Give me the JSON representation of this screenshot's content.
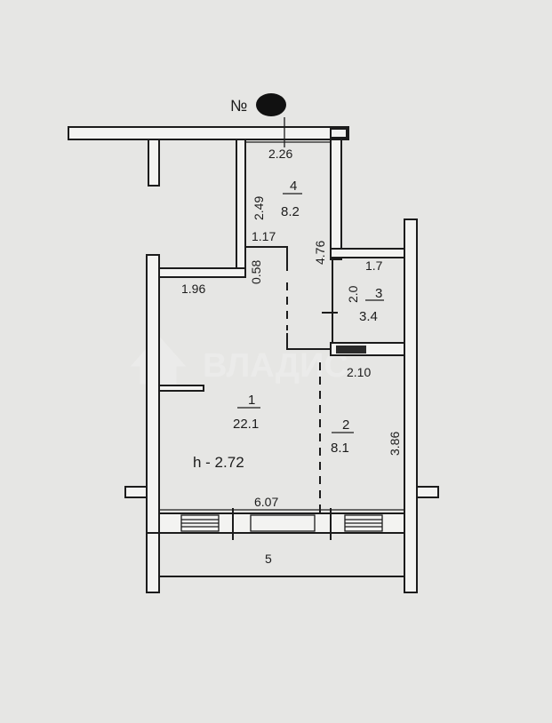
{
  "plan_number_label": "№",
  "rooms": [
    {
      "number": "1",
      "area": "22.1"
    },
    {
      "number": "2",
      "area": "8.1"
    },
    {
      "number": "3",
      "area": "3.4"
    },
    {
      "number": "4",
      "area": "8.2"
    }
  ],
  "ceiling_height": "h - 2.72",
  "dimensions": {
    "d_2_26": "2.26",
    "d_2_49": "2.49",
    "d_1_17": "1.17",
    "d_4_76": "4.76",
    "d_0_58": "0.58",
    "d_1_96": "1.96",
    "d_1_7": "1.7",
    "d_2_0": "2.0",
    "d_2_10": "2.10",
    "d_3_86": "3.86",
    "d_6_07": "6.07",
    "d_5": "5"
  },
  "watermark": "ВЛАДИС",
  "colors": {
    "background": "#e6e6e4",
    "ink": "#1c1c1c",
    "wall_fill": "#f3f3f1"
  }
}
